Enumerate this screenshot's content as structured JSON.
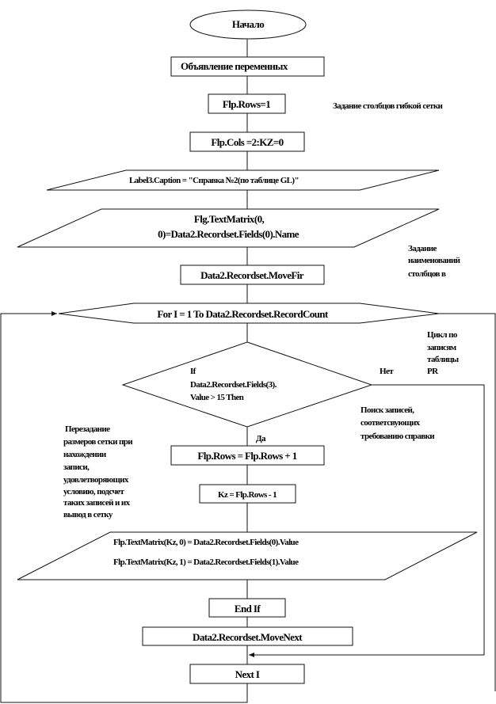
{
  "flowchart": {
    "start": "Начало",
    "declare": "Объявление переменных",
    "rows_init": "Flp.Rows=1",
    "cols_init": "Flp.Cols =2:KZ=0",
    "caption": "Label3.Caption  = \"Справка №2(по таблице GL)\"",
    "header_line1": "Flg.TextMatrix(0,",
    "header_line2": "0)=Data2.Recordset.Fields(0).Name",
    "move_first": "Data2.Recordset.MoveFir",
    "for_loop": "For I = 1 To Data2.Recordset.RecordCount",
    "if_line1": "If",
    "if_line2": "Data2.Recordset.Fields(3).",
    "if_line3": "Value > 15 Then",
    "no_label": "Нет",
    "yes_label": "Да",
    "rows_inc": "Flp.Rows = Flp.Rows + 1",
    "kz_set": "Kz = Flp.Rows  - 1",
    "matrix_line1": "Flp.TextMatrix(Kz,   0) = Data2.Recordset.Fields(0).Value",
    "matrix_line2": "Flp.TextMatrix(Kz,   1) = Data2.Recordset.Fields(1).Value",
    "end_if": "End If",
    "move_next": "Data2.Recordset.MoveNext",
    "next_i": "Next I"
  },
  "annotations": {
    "cols_note": "Задание столбцов гибкой сетки",
    "names_note": [
      "Задание",
      "наименований",
      "столбцов в"
    ],
    "loop_note": [
      "Цикл по",
      "записям",
      "таблицы",
      "PR"
    ],
    "search_note": [
      "Поиск записей,",
      "соответсвующих",
      "требованию справки"
    ],
    "resize_note": [
      "Перезадание",
      "размеров сетки при",
      "нахождении",
      "записи,",
      "удовлетворяющих",
      "условию, подсчет",
      "таких  записей и их",
      "вывод в сетку"
    ]
  }
}
